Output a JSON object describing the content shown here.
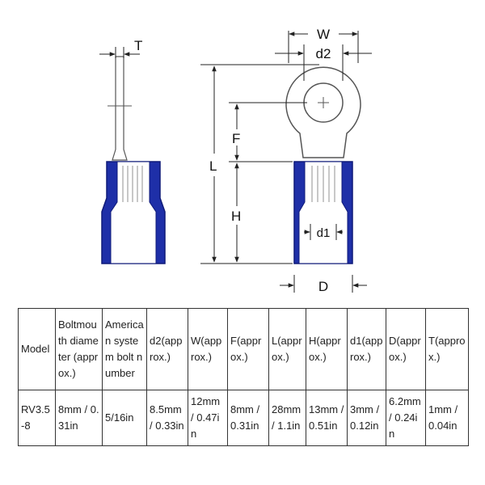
{
  "diagram": {
    "labels": {
      "T": "T",
      "W": "W",
      "d2": "d2",
      "L": "L",
      "F": "F",
      "H": "H",
      "d1": "d1",
      "D": "D"
    },
    "colors": {
      "insulation": "#1e2fa8",
      "insulation_dark": "#0f1a78",
      "metal_outline": "#555555",
      "dimension_line": "#222222"
    }
  },
  "table": {
    "headers": [
      "Model",
      "Boltmouth diameter (approx.)",
      "American system bolt number",
      "d2(approx.)",
      "W(approx.)",
      "F(approx.)",
      "L(approx.)",
      "H(approx.)",
      "d1(approx.)",
      "D(approx.)",
      "T(approx.)"
    ],
    "rows": [
      [
        "RV3.5-8",
        "8mm / 0.31in",
        "5/16in",
        "8.5mm / 0.33in",
        "12mm / 0.47in",
        "8mm / 0.31in",
        "28mm / 1.1in",
        "13mm / 0.51in",
        "3mm / 0.12in",
        "6.2mm / 0.24in",
        "1mm / 0.04in"
      ]
    ]
  }
}
